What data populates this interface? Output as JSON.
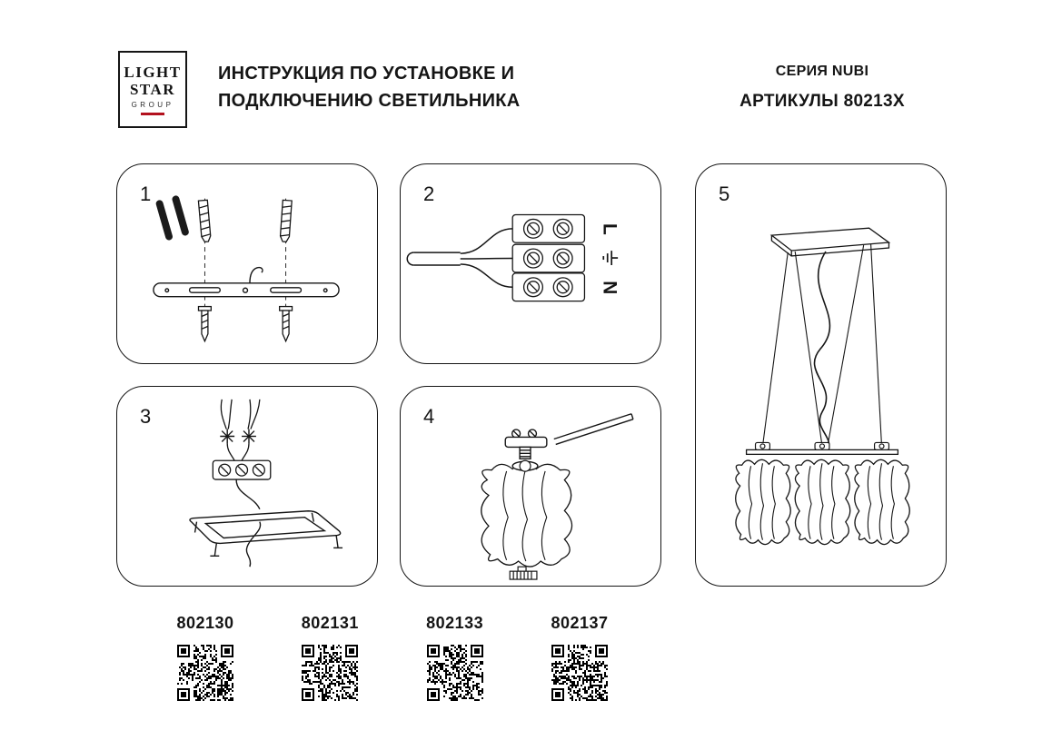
{
  "page": {
    "background": "#ffffff",
    "ink": "#151515",
    "accent_red": "#b3111e"
  },
  "header": {
    "logo": {
      "word1": "LIGHT",
      "word2": "STAR",
      "word3": "GROUP"
    },
    "title_line1": "ИНСТРУКЦИЯ ПО УСТАНОВКЕ И",
    "title_line2": "ПОДКЛЮЧЕНИЮ СВЕТИЛЬНИКА",
    "series": "СЕРИЯ NUBI",
    "articles": "АРТИКУЛЫ 80213X"
  },
  "steps": [
    {
      "number": "1",
      "illustration": "mounting-plate-with-anchors-and-screws"
    },
    {
      "number": "2",
      "illustration": "terminal-block-wiring",
      "labels": {
        "live": "L",
        "neutral": "N",
        "earth": "earth-symbol"
      }
    },
    {
      "number": "3",
      "illustration": "ceiling-canopy-wire-connection"
    },
    {
      "number": "4",
      "illustration": "shade-and-socket-assembly"
    },
    {
      "number": "5",
      "illustration": "assembled-pendant-luminaire"
    }
  ],
  "products": [
    {
      "article": "802130"
    },
    {
      "article": "802131"
    },
    {
      "article": "802133"
    },
    {
      "article": "802137"
    }
  ]
}
